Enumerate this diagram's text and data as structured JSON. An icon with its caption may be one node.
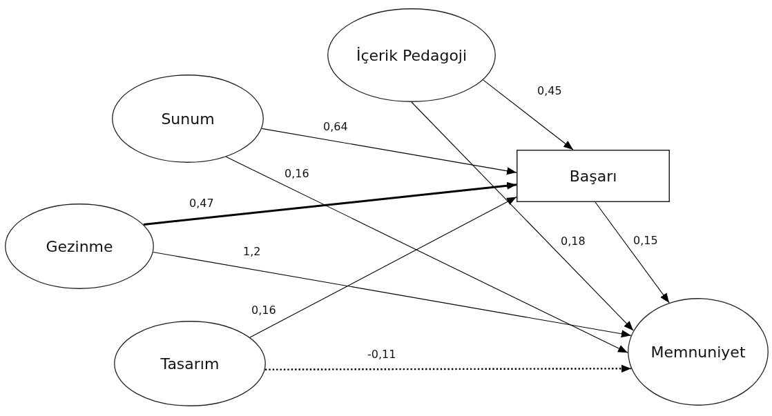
{
  "diagram": {
    "nodes": [
      {
        "text": [
          "İçerik Pedagoji"
        ]
      },
      {
        "text": [
          "Sunum"
        ]
      },
      {
        "text": [
          "Başarı"
        ]
      },
      {
        "text": [
          "Gezinme"
        ]
      },
      {
        "text": [
          "Tasarım"
        ]
      },
      {
        "text": [
          "Memnuniyet"
        ]
      }
    ],
    "edges": [
      {
        "from": 0,
        "to": 2,
        "arrow": "to",
        "label": "0,45"
      },
      {
        "from": 1,
        "to": 2,
        "arrow": "to",
        "label": "0,64"
      },
      {
        "from": 1,
        "to": 5,
        "arrow": "to",
        "label": "0,16"
      },
      {
        "from": 3,
        "to": 2,
        "arrow": "to",
        "label": "0,47",
        "style": "thick"
      },
      {
        "from": 0,
        "to": 5,
        "arrow": "to",
        "label": "0,18"
      },
      {
        "from": 2,
        "to": 5,
        "arrow": "to",
        "label": "0,15"
      },
      {
        "from": 3,
        "to": 5,
        "arrow": "to",
        "label": "1,2"
      },
      {
        "from": 4,
        "to": 2,
        "arrow": "to",
        "label": "0,16"
      },
      {
        "from": 4,
        "to": 5,
        "arrow": "to",
        "label": "-0,11",
        "style": "dashed"
      }
    ]
  }
}
